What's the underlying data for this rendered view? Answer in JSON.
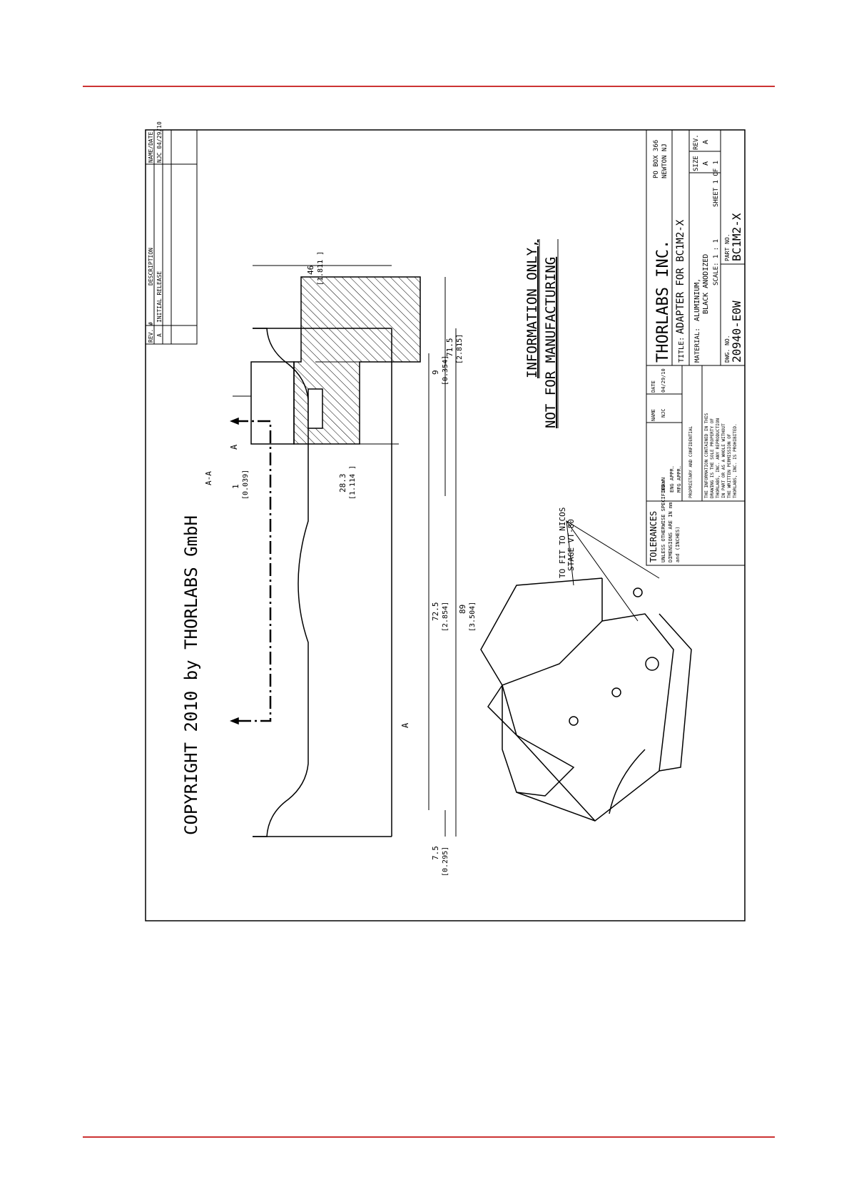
{
  "colors": {
    "rule": "#cc3333",
    "ink": "#000000",
    "paper": "#ffffff"
  },
  "copyright": "COPYRIGHT 2010 by THORLABS GmbH",
  "notice": {
    "line1": "INFORMATION ONLY,",
    "line2": "NOT FOR MANUFACTURING"
  },
  "section": {
    "label": "A-A",
    "cut_left": "A",
    "cut_right": "A"
  },
  "callout": {
    "line1": "TO FIT TO NICOS",
    "line2": "STAGE VT-80"
  },
  "front_dims": {
    "d46": "46",
    "d46_in": "[1.811 ]",
    "d9": "9",
    "d9_in": "[0.354]",
    "d75": "7.5",
    "d75_in": "[0.295]",
    "d725": "72.5",
    "d725_in": "[2.854]",
    "d89": "89",
    "d89_in": "[3.504]"
  },
  "side_dims": {
    "d1": "1",
    "d1_in": "[0.039]",
    "d283": "28.3",
    "d283_in": "[1.114 ]",
    "d715": "71.5",
    "d715_in": "[2.815]"
  },
  "revision_block": {
    "headers": [
      "REV. #",
      "DESCRIPTION",
      "NAME/DATE"
    ],
    "rows": [
      [
        "A",
        "INITIAL RELEASE",
        "NJC 04/29/10"
      ]
    ]
  },
  "title_block": {
    "company": "THORLABS INC.",
    "address1": "PO BOX 366",
    "address2": "NEWTON NJ",
    "title_label": "TITLE:",
    "title": "ADAPTER FOR BC1M2-X",
    "material_label": "MATERIAL:",
    "material1": "ALUMINIUM,",
    "material2": "BLACK ANODIZED",
    "size_label": "SIZE",
    "size": "A",
    "rev_label": "REV.",
    "rev": "A",
    "scale": "SCALE: 1 : 1",
    "sheet": "SHEET 1 OF 1",
    "dwg_label": "DWG. NO.",
    "dwg_no": "20940-E0W",
    "part_label": "PART NO.",
    "part_no": "BC1M2-X"
  },
  "approval": {
    "name_label": "NAME",
    "date_label": "DATE",
    "drawn": "DRAWN",
    "drawn_name": "NJC",
    "drawn_date": "04/29/10",
    "eng": "ENG APPR.",
    "mfg": "MFG APPR."
  },
  "proprietary": [
    "PROPRIETARY AND CONFIDENTIAL",
    "THE INFORMATION CONTAINED IN THIS",
    "DRAWING IS THE SOLE PROPERTY OF",
    "THORLABS, INC. ANY REPRODUCTION",
    "IN PART OR AS A WHOLE WITHOUT",
    "THE WRITTEN PERMISSION OF",
    "THORLABS, INC. IS PROHIBITED."
  ],
  "tolerances": {
    "title": "TOLERANCES",
    "line1": "UNLESS OTHERWISE SPECIFIED:",
    "line2": "DIMENSIONS ARE IN mm",
    "line3": "and (INCHES)"
  }
}
